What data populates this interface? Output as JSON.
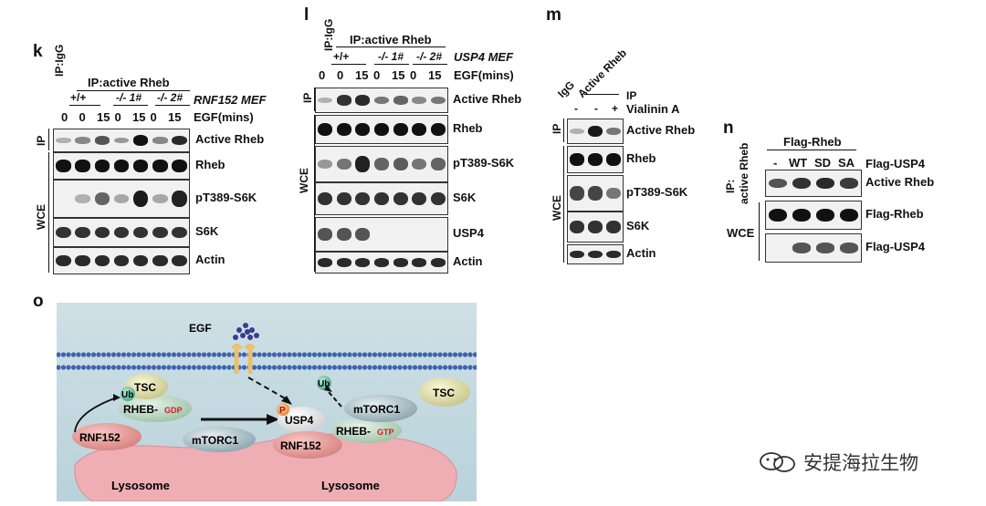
{
  "panel_k": {
    "letter": "k",
    "ip_igg": "IP:IgG",
    "ip_header": "IP:active Rheb",
    "genotypes": [
      "+/+",
      "-/- 1#",
      "-/- 2#"
    ],
    "model": "RNF152 MEF",
    "egf_times": [
      "0",
      "0",
      "15",
      "0",
      "15",
      "0",
      "15"
    ],
    "egf_label": "EGF(mins)",
    "section_ip": "IP",
    "section_wce": "WCE",
    "blots": [
      "Active Rheb",
      "Rheb",
      "pT389-S6K",
      "S6K",
      "Actin"
    ]
  },
  "panel_l": {
    "letter": "l",
    "ip_igg": "IP:IgG",
    "ip_header": "IP:active Rheb",
    "genotypes": [
      "+/+",
      "-/- 1#",
      "-/- 2#"
    ],
    "model": "USP4 MEF",
    "egf_times": [
      "0",
      "0",
      "15",
      "0",
      "15",
      "0",
      "15"
    ],
    "egf_label": "EGF(mins)",
    "section_ip": "IP",
    "section_wce": "WCE",
    "blots": [
      "Active Rheb",
      "Rheb",
      "pT389-S6K",
      "S6K",
      "USP4",
      "Actin"
    ]
  },
  "panel_m": {
    "letter": "m",
    "col_igg": "IgG",
    "col_active": "Active Rheb",
    "ip_label": "IP",
    "treatment": "Vialinin A",
    "signs": [
      "-",
      "-",
      "+"
    ],
    "section_ip": "IP",
    "section_wce": "WCE",
    "blots": [
      "Active Rheb",
      "Rheb",
      "pT389-S6K",
      "S6K",
      "Actin"
    ]
  },
  "panel_n": {
    "letter": "n",
    "header": "Flag-Rheb",
    "columns": [
      "-",
      "WT",
      "SD",
      "SA"
    ],
    "row_label": "Flag-USP4",
    "ip_label_1": "IP:",
    "ip_label_2": "active Rheb",
    "section_wce": "WCE",
    "blots": [
      "Active Rheb",
      "Flag-Rheb",
      "Flag-USP4"
    ]
  },
  "panel_o": {
    "letter": "o",
    "egf": "EGF",
    "ub": "Ub",
    "p": "P",
    "tsc": "TSC",
    "rheb": "RHEB-",
    "gdp": "GDP",
    "gtp": "GTP",
    "rnf152": "RNF152",
    "mtorc1": "mTORC1",
    "usp4": "USP4",
    "lysosome": "Lysosome"
  },
  "watermark": "安提海拉生物"
}
